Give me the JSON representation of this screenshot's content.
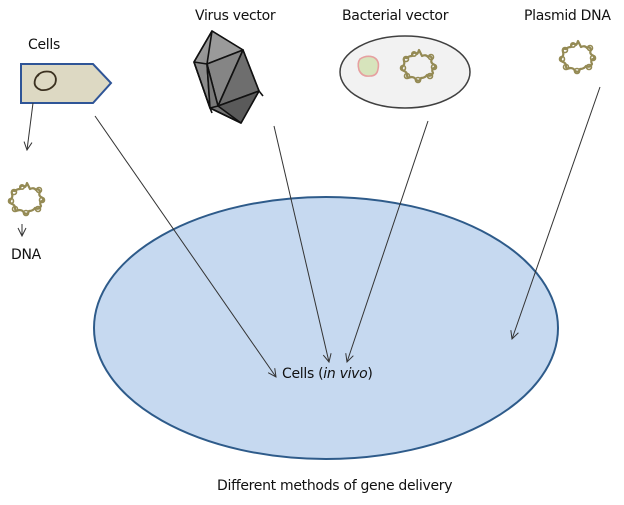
{
  "title": "Different methods of gene delivery",
  "labels": {
    "cells": "Cells",
    "dna": "DNA",
    "virus_vector": "Virus vector",
    "bacterial_vector": "Bacterial vector",
    "plasmid_dna": "Plasmid DNA",
    "target_prefix": "Cells (",
    "target_italic": "in vivo",
    "target_suffix": ")"
  },
  "colors": {
    "target_fill": "#c6d9f0",
    "target_stroke": "#2e5b8a",
    "cell_fill": "#ddd9c3",
    "cell_stroke": "#2f5597",
    "dna_stroke": "#948a54",
    "bacterium_fill": "#f2f2f2",
    "inclusion_fill": "#d7e4bc",
    "inclusion_stroke": "#e6a0a0",
    "virus_fill": "#7f7f7f",
    "arrow": "#333333"
  },
  "nodes": [
    {
      "id": "cells",
      "label": "Cells"
    },
    {
      "id": "dna",
      "label": "DNA"
    },
    {
      "id": "virus",
      "label": "Virus vector"
    },
    {
      "id": "bacteria",
      "label": "Bacterial vector"
    },
    {
      "id": "plasmid",
      "label": "Plasmid DNA"
    },
    {
      "id": "target",
      "label": "Cells (in vivo)"
    }
  ],
  "edges": [
    {
      "from": "cells",
      "to": "dna"
    },
    {
      "from": "cells",
      "to": "target"
    },
    {
      "from": "virus",
      "to": "target"
    },
    {
      "from": "bacteria",
      "to": "target"
    },
    {
      "from": "plasmid",
      "to": "target"
    }
  ]
}
